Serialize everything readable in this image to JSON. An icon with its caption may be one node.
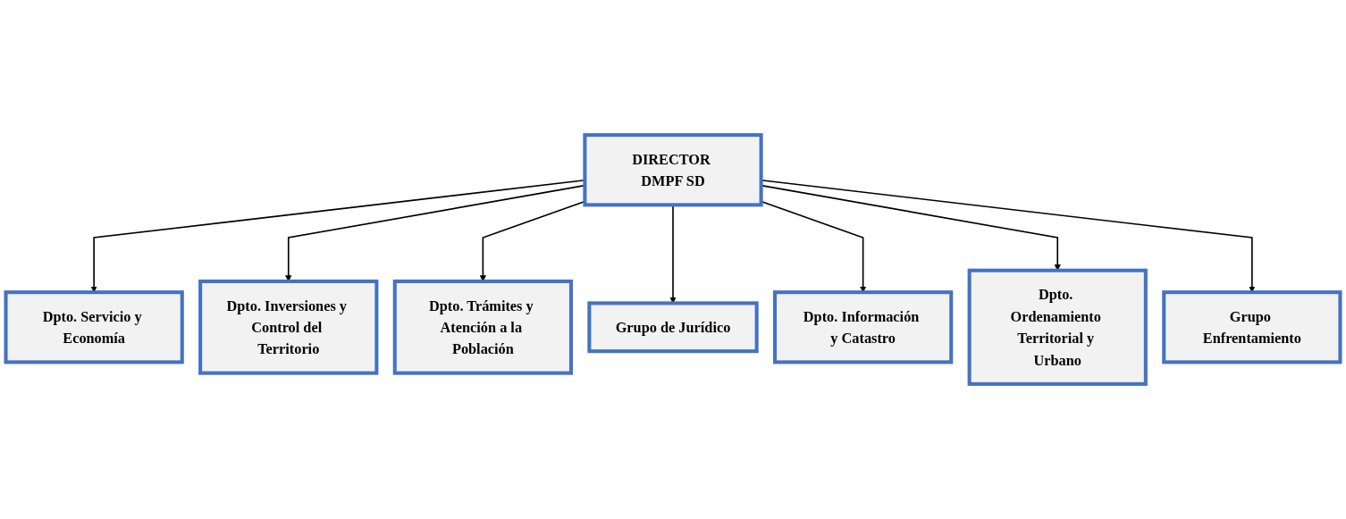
{
  "diagram": {
    "nodes": [
      {
        "text": [
          "DIRECTOR DMPF SD"
        ]
      },
      {
        "text": [
          "Dpto. Servicio y Economía"
        ]
      },
      {
        "text": [
          "Dpto. Inversiones y Control del Territorio"
        ]
      },
      {
        "text": [
          "Dpto. Trámites y Atención a la Población"
        ]
      },
      {
        "text": [
          "Grupo de Jurídico"
        ]
      },
      {
        "text": [
          "Dpto. Información y Catastro"
        ]
      },
      {
        "text": [
          "Dpto. Ordenamiento Territorial y Urbano"
        ]
      },
      {
        "text": [
          "Grupo Enfrentamiento"
        ]
      }
    ],
    "edges": [
      {
        "from": 0,
        "to": 1,
        "arrow": "to"
      },
      {
        "from": 0,
        "to": 2,
        "arrow": "to"
      },
      {
        "from": 0,
        "to": 3,
        "arrow": "to"
      },
      {
        "from": 0,
        "to": 4,
        "arrow": "to"
      },
      {
        "from": 0,
        "to": 5,
        "arrow": "to"
      },
      {
        "from": 0,
        "to": 6,
        "arrow": "to"
      },
      {
        "from": 0,
        "to": 7,
        "arrow": "to"
      }
    ]
  }
}
